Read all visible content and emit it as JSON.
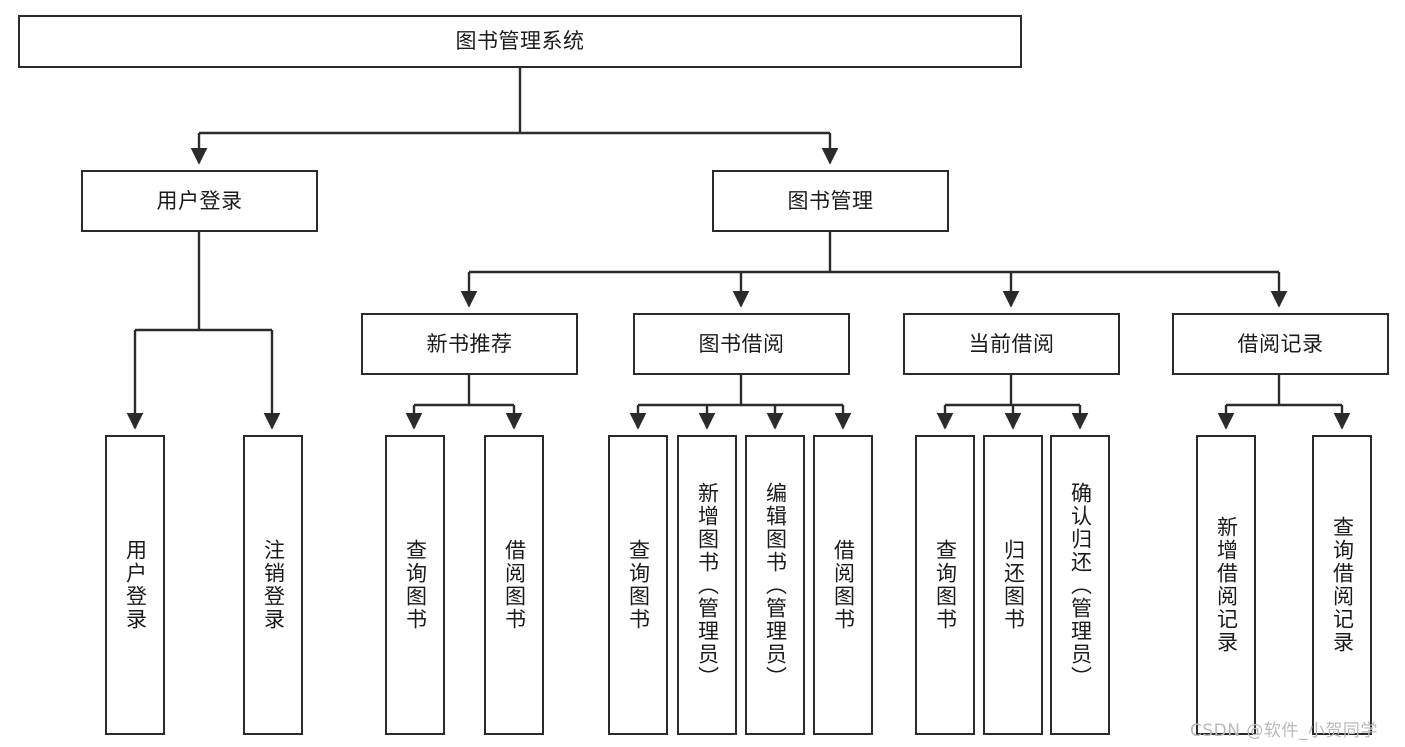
{
  "diagram": {
    "title": "图书管理系统",
    "type": "tree-hierarchy-diagram",
    "colors": {
      "stroke": "#2b2b2b",
      "fill": "#ffffff",
      "text": "#1b1b1b",
      "watermark": "#b9b9b9"
    },
    "nodes": {
      "root": {
        "label": "图书管理系统"
      },
      "level2": [
        {
          "label": "用户登录"
        },
        {
          "label": "图书管理"
        }
      ],
      "level3": [
        {
          "label": "新书推荐"
        },
        {
          "label": "图书借阅"
        },
        {
          "label": "当前借阅"
        },
        {
          "label": "借阅记录"
        }
      ],
      "leaves": {
        "user_login": [
          {
            "label": "用户登录"
          },
          {
            "label": "注销登录"
          }
        ],
        "new_book_recommend": [
          {
            "label": "查询图书"
          },
          {
            "label": "借阅图书"
          }
        ],
        "book_borrow": [
          {
            "label": "查询图书"
          },
          {
            "label": "新增图书（管理员）"
          },
          {
            "label": "编辑图书（管理员）"
          },
          {
            "label": "借阅图书"
          }
        ],
        "current_borrow": [
          {
            "label": "查询图书"
          },
          {
            "label": "归还图书"
          },
          {
            "label": "确认归还（管理员）"
          }
        ],
        "borrow_record": [
          {
            "label": "新增借阅记录"
          },
          {
            "label": "查询借阅记录"
          }
        ]
      }
    },
    "watermark": "CSDN @软件_小贺同学"
  }
}
